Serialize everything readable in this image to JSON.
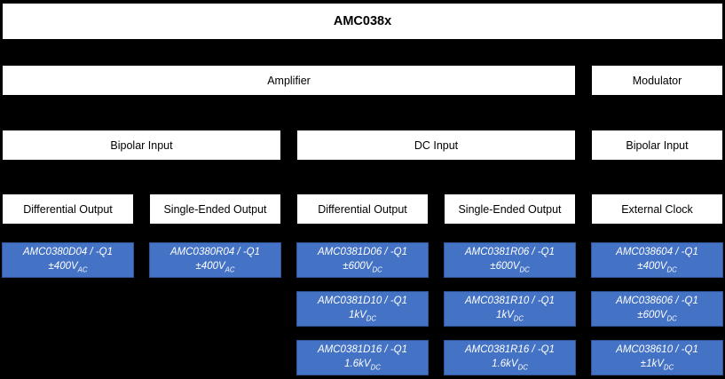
{
  "title": "AMC038x",
  "headers": {
    "amplifier": "Amplifier",
    "modulator": "Modulator",
    "bipolar_input_left": "Bipolar Input",
    "dc_input": "DC Input",
    "bipolar_input_right": "Bipolar Input",
    "diff_output_left": "Differential Output",
    "se_output_left": "Single-Ended Output",
    "diff_output_mid": "Differential Output",
    "se_output_mid": "Single-Ended Output",
    "external_clock": "External Clock"
  },
  "colors": {
    "background": "#000000",
    "box_white": "#FFFFFF",
    "product_blue": "#4472C4",
    "product_blue_border": "#2F5597"
  },
  "products": {
    "col1": [
      {
        "part": "AMC0380D04 / -Q1",
        "voltage": "±400V",
        "sub": "AC"
      }
    ],
    "col2": [
      {
        "part": "AMC0380R04 / -Q1",
        "voltage": "±400V",
        "sub": "AC"
      }
    ],
    "col3": [
      {
        "part": "AMC0381D06 / -Q1",
        "voltage": "±600V",
        "sub": "DC"
      },
      {
        "part": "AMC0381D10 / -Q1",
        "voltage": "1kV",
        "sub": "DC"
      },
      {
        "part": "AMC0381D16 / -Q1",
        "voltage": "1.6kV",
        "sub": "DC"
      }
    ],
    "col4": [
      {
        "part": "AMC0381R06 / -Q1",
        "voltage": "±600V",
        "sub": "DC"
      },
      {
        "part": "AMC0381R10 / -Q1",
        "voltage": "1kV",
        "sub": "DC"
      },
      {
        "part": "AMC0381R16 / -Q1",
        "voltage": "1.6kV",
        "sub": "DC"
      }
    ],
    "col5": [
      {
        "part": "AMC038604 / -Q1",
        "voltage": "±400V",
        "sub": "DC"
      },
      {
        "part": "AMC038606 / -Q1",
        "voltage": "±600V",
        "sub": "DC"
      },
      {
        "part": "AMC038610 / -Q1",
        "voltage": "±1kV",
        "sub": "DC"
      }
    ]
  }
}
